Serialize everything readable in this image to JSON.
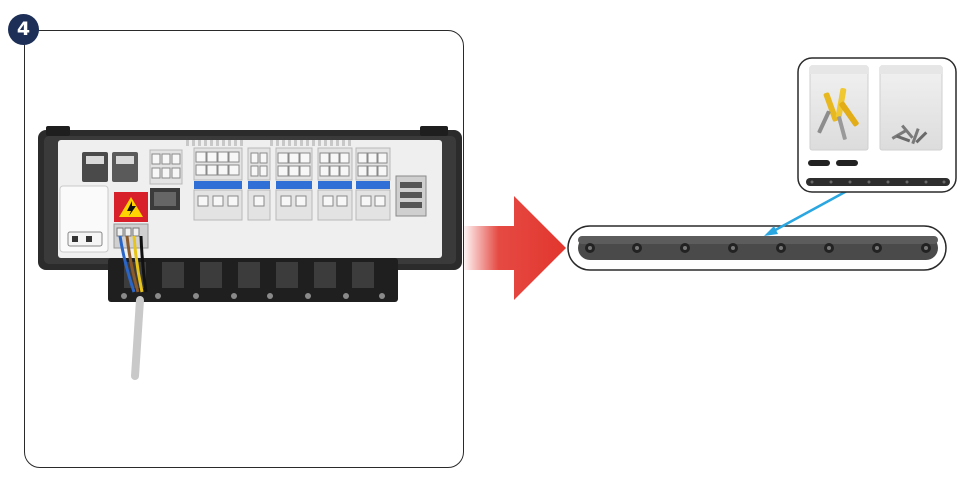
{
  "step": {
    "number": "4"
  },
  "colors": {
    "badge": "#1d2f57",
    "arrow": "#e2362e",
    "connector_line": "#2aa6e0",
    "housing": "#2b2b2b",
    "terminal_blue": "#2f6fd6",
    "warning_label": "#d8202a"
  },
  "icons": {
    "arrow": "red-right-arrow-icon",
    "warning": "high-voltage-warning-icon"
  },
  "device": {
    "terminal_columns": 6,
    "power_wire_colors": [
      "#2a66c8",
      "#8a5a2b",
      "#e8c418",
      "#111111"
    ]
  },
  "mounting_rail": {
    "hole_count": 8
  },
  "kit": {
    "bags": 2,
    "spacers": 2
  }
}
